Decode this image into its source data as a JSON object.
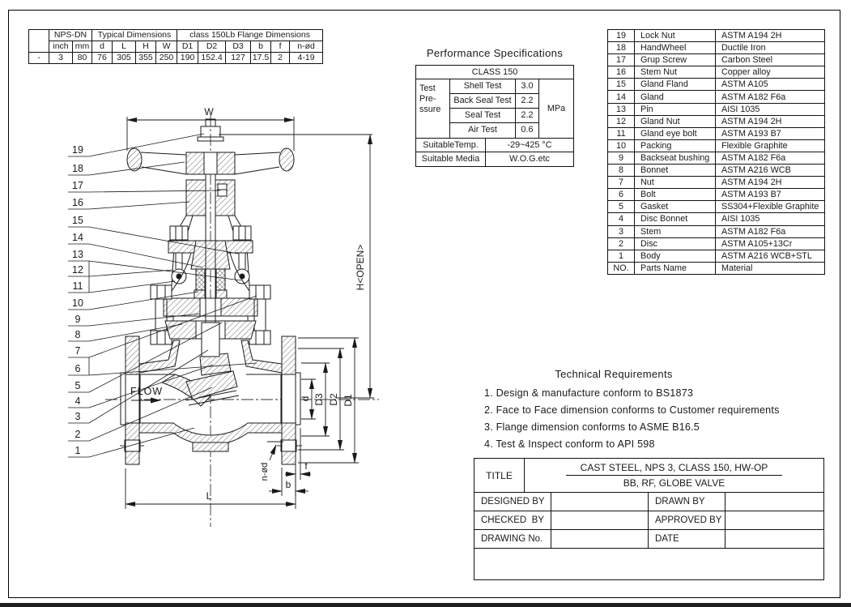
{
  "dims": {
    "groups": [
      "NPS-DN",
      "Typical Dimensions",
      "class 150Lb Flange Dimensions"
    ],
    "headers": [
      "inch",
      "mm",
      "d",
      "L",
      "H",
      "W",
      "D1",
      "D2",
      "D3",
      "b",
      "f",
      "n-ød"
    ],
    "row": [
      "-",
      "3",
      "80",
      "76",
      "305",
      "355",
      "250",
      "190",
      "152.4",
      "127",
      "17.5",
      "2",
      "4-19"
    ]
  },
  "perf": {
    "title": "Performance Specifications",
    "class_row": "CLASS 150",
    "pressure_label": "Test\nPre-\nssure",
    "tests": [
      {
        "name": "Shell Test",
        "value": "3.0"
      },
      {
        "name": "Back Seal Test",
        "value": "2.2"
      },
      {
        "name": "Seal Test",
        "value": "2.2"
      },
      {
        "name": "Air Test",
        "value": "0.6"
      }
    ],
    "unit": "MPa",
    "temp_label": "SuitableTemp.",
    "temp_value": "-29~425 °C",
    "media_label": "Suitable Media",
    "media_value": "W.O.G.etc"
  },
  "parts": {
    "rows": [
      [
        "19",
        "Lock Nut",
        "ASTM A194 2H"
      ],
      [
        "18",
        "HandWheel",
        "Ductile Iron"
      ],
      [
        "17",
        "Grup Screw",
        "Carbon Steel"
      ],
      [
        "16",
        "Stem Nut",
        "Copper alloy"
      ],
      [
        "15",
        "Gland Fland",
        "ASTM A105"
      ],
      [
        "14",
        "Gland",
        "ASTM A182 F6a"
      ],
      [
        "13",
        "Pin",
        "AISI 1035"
      ],
      [
        "12",
        "Gland Nut",
        "ASTM A194 2H"
      ],
      [
        "11",
        "Gland eye bolt",
        "ASTM A193 B7"
      ],
      [
        "10",
        "Packing",
        "Flexible Graphite"
      ],
      [
        "9",
        "Backseat bushing",
        "ASTM A182 F6a"
      ],
      [
        "8",
        "Bonnet",
        "ASTM A216 WCB"
      ],
      [
        "7",
        "Nut",
        "ASTM A194 2H"
      ],
      [
        "6",
        "Bolt",
        "ASTM A193 B7"
      ],
      [
        "5",
        "Gasket",
        "SS304+Flexible Graphite"
      ],
      [
        "4",
        "Disc Bonnet",
        "AISI 1035"
      ],
      [
        "3",
        "Stem",
        "ASTM A182 F6a"
      ],
      [
        "2",
        "Disc",
        "ASTM A105+13Cr"
      ],
      [
        "1",
        "Body",
        "ASTM A216 WCB+STL"
      ]
    ],
    "footer": [
      "NO.",
      "Parts Name",
      "Material"
    ]
  },
  "tech": {
    "title": "Technical Requirements",
    "items": [
      "1.  Design  &  manufacture  conform  to  BS1873",
      "2.  Face  to  Face  dimension  conforms  to  Customer  requirements",
      "3.  Flange  dimension  conforms  to  ASME  B16.5",
      "4.  Test  &  Inspect  conform  to  API  598"
    ]
  },
  "title_block": {
    "label": "TITLE",
    "line1": "CAST STEEL, NPS 3, CLASS 150, HW-OP",
    "line2": "BB, RF, GLOBE VALVE",
    "designed_label": "DESIGNED BY",
    "designed_value": "",
    "drawn_label": "DRAWN BY",
    "drawn_value": "",
    "checked_label": "CHECKED  BY",
    "checked_value": "",
    "approved_label": "APPROVED BY",
    "approved_value": "",
    "drawing_no_label": "DRAWING No.",
    "drawing_no_value": "",
    "date_label": "DATE",
    "date_value": ""
  },
  "drawing": {
    "callouts": [
      "19",
      "18",
      "17",
      "16",
      "15",
      "14",
      "13",
      "12",
      "11",
      "10",
      "9",
      "8",
      "7",
      "6",
      "5",
      "4",
      "3",
      "2",
      "1"
    ],
    "labels": {
      "w": "W",
      "h_open": "H<OPEN>",
      "flow": "FLOW",
      "d": "d",
      "d3": "D3",
      "d2": "D2",
      "d1": "D1",
      "n_od": "n-ød",
      "f": "f",
      "b": "b",
      "l": "L"
    },
    "line_color": "#1a1a1a"
  }
}
